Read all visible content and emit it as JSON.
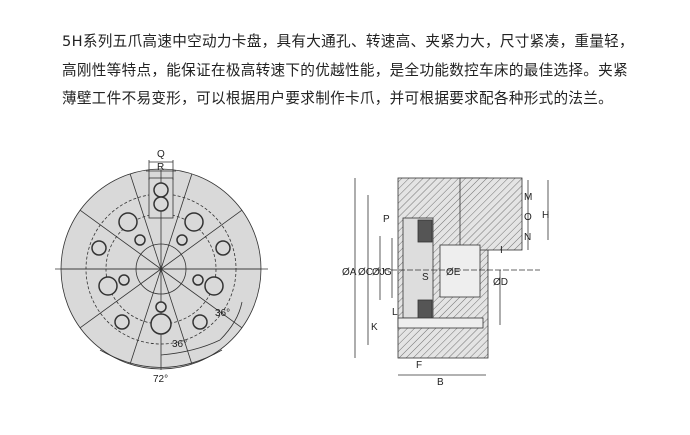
{
  "description": "5H系列五爪高速中空动力卡盘，具有大通孔、转速高、夹紧力大，尺寸紧凑，重量轻，高刚性等特点，能保证在极高转速下的优越性能，是全功能数控车床的最佳选择。夹紧薄壁工件不易变形，可以根据用户要求制作卡爪，并可根据要求配各种形式的法兰。",
  "front_view": {
    "labels": {
      "q": "Q",
      "r": "R",
      "angle1": "36°",
      "angle2": "36°",
      "angle3": "72°"
    }
  },
  "side_view": {
    "labels": {
      "a": "ØA",
      "c": "ØC",
      "j": "ØJ",
      "g": "G",
      "p": "P",
      "s": "S",
      "e": "ØE",
      "d": "ØD",
      "l": "L",
      "k": "K",
      "f": "F",
      "b": "B",
      "m": "M",
      "o": "O",
      "n": "N",
      "h": "H",
      "i": "I"
    }
  },
  "colors": {
    "fill": "#d9d9d9",
    "line": "#333333"
  }
}
